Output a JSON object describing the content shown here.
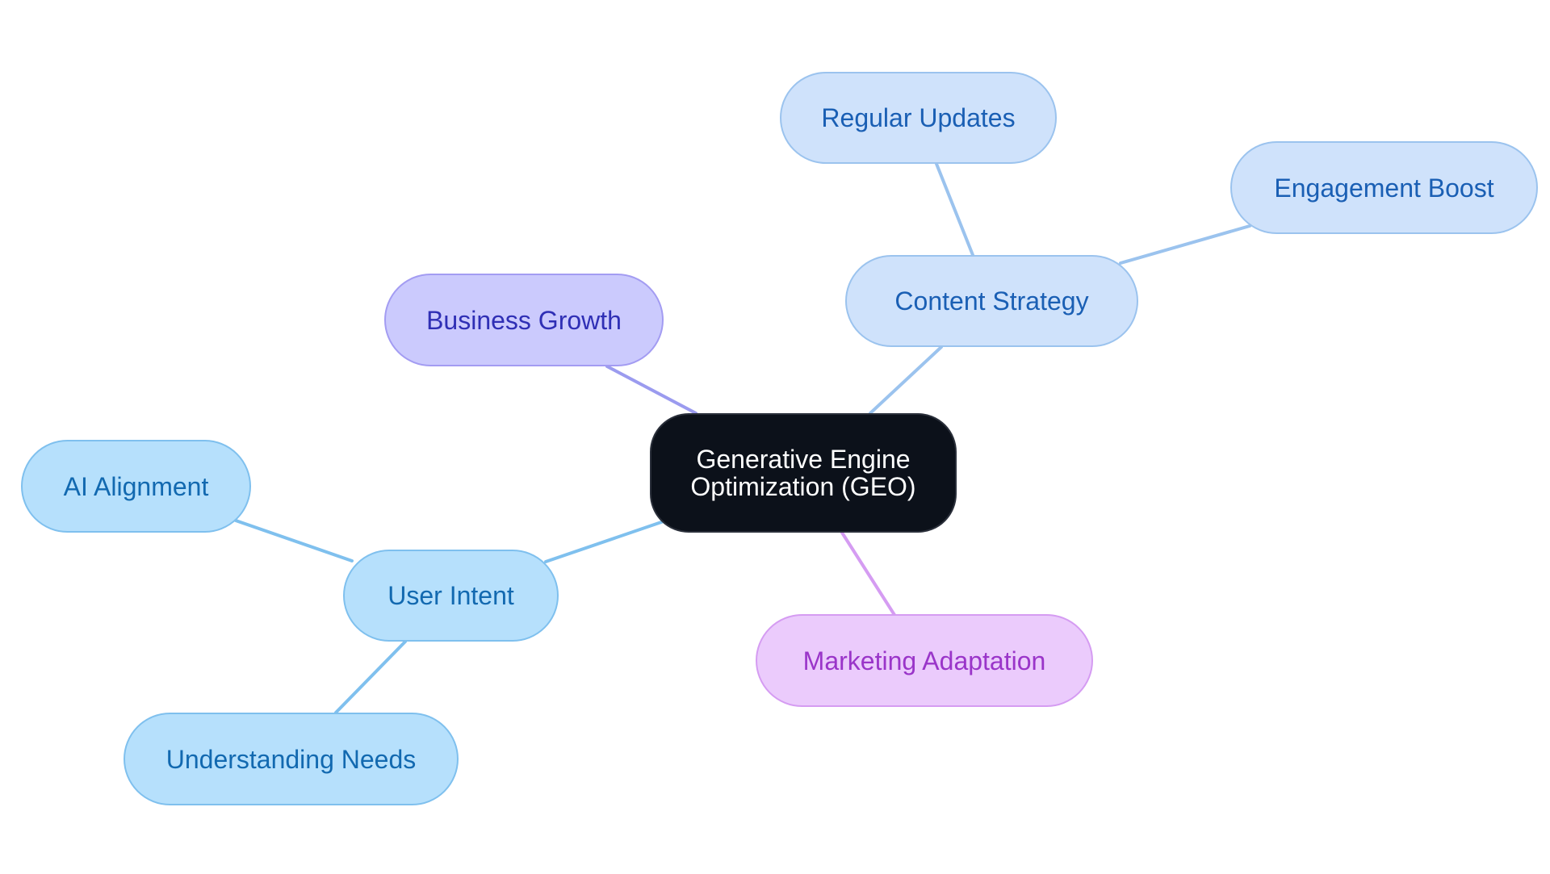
{
  "mindmap": {
    "root": {
      "label": "Generative Engine Optimization (GEO)",
      "fill": "#0c111a",
      "border": "#2a2f3a",
      "text_color": "#ffffff"
    },
    "branches": [
      {
        "label": "Business Growth",
        "fill": "#cbcafd",
        "border": "#a39cf2",
        "text_color": "#2f2fb5",
        "line_color": "#9b9bef",
        "children": []
      },
      {
        "label": "Content Strategy",
        "fill": "#cfe2fb",
        "border": "#9bc3ee",
        "text_color": "#1a5fb4",
        "line_color": "#9bc3ee",
        "children": [
          {
            "label": "Regular Updates"
          },
          {
            "label": "Engagement Boost"
          }
        ]
      },
      {
        "label": "User Intent",
        "fill": "#b6e0fc",
        "border": "#7fc0ee",
        "text_color": "#1269b0",
        "line_color": "#7fc0ee",
        "children": [
          {
            "label": "AI Alignment"
          },
          {
            "label": "Understanding Needs"
          }
        ]
      },
      {
        "label": "Marketing Adaptation",
        "fill": "#ebcbfc",
        "border": "#d59cf2",
        "text_color": "#9a35c9",
        "line_color": "#d59cf2",
        "children": []
      }
    ]
  }
}
